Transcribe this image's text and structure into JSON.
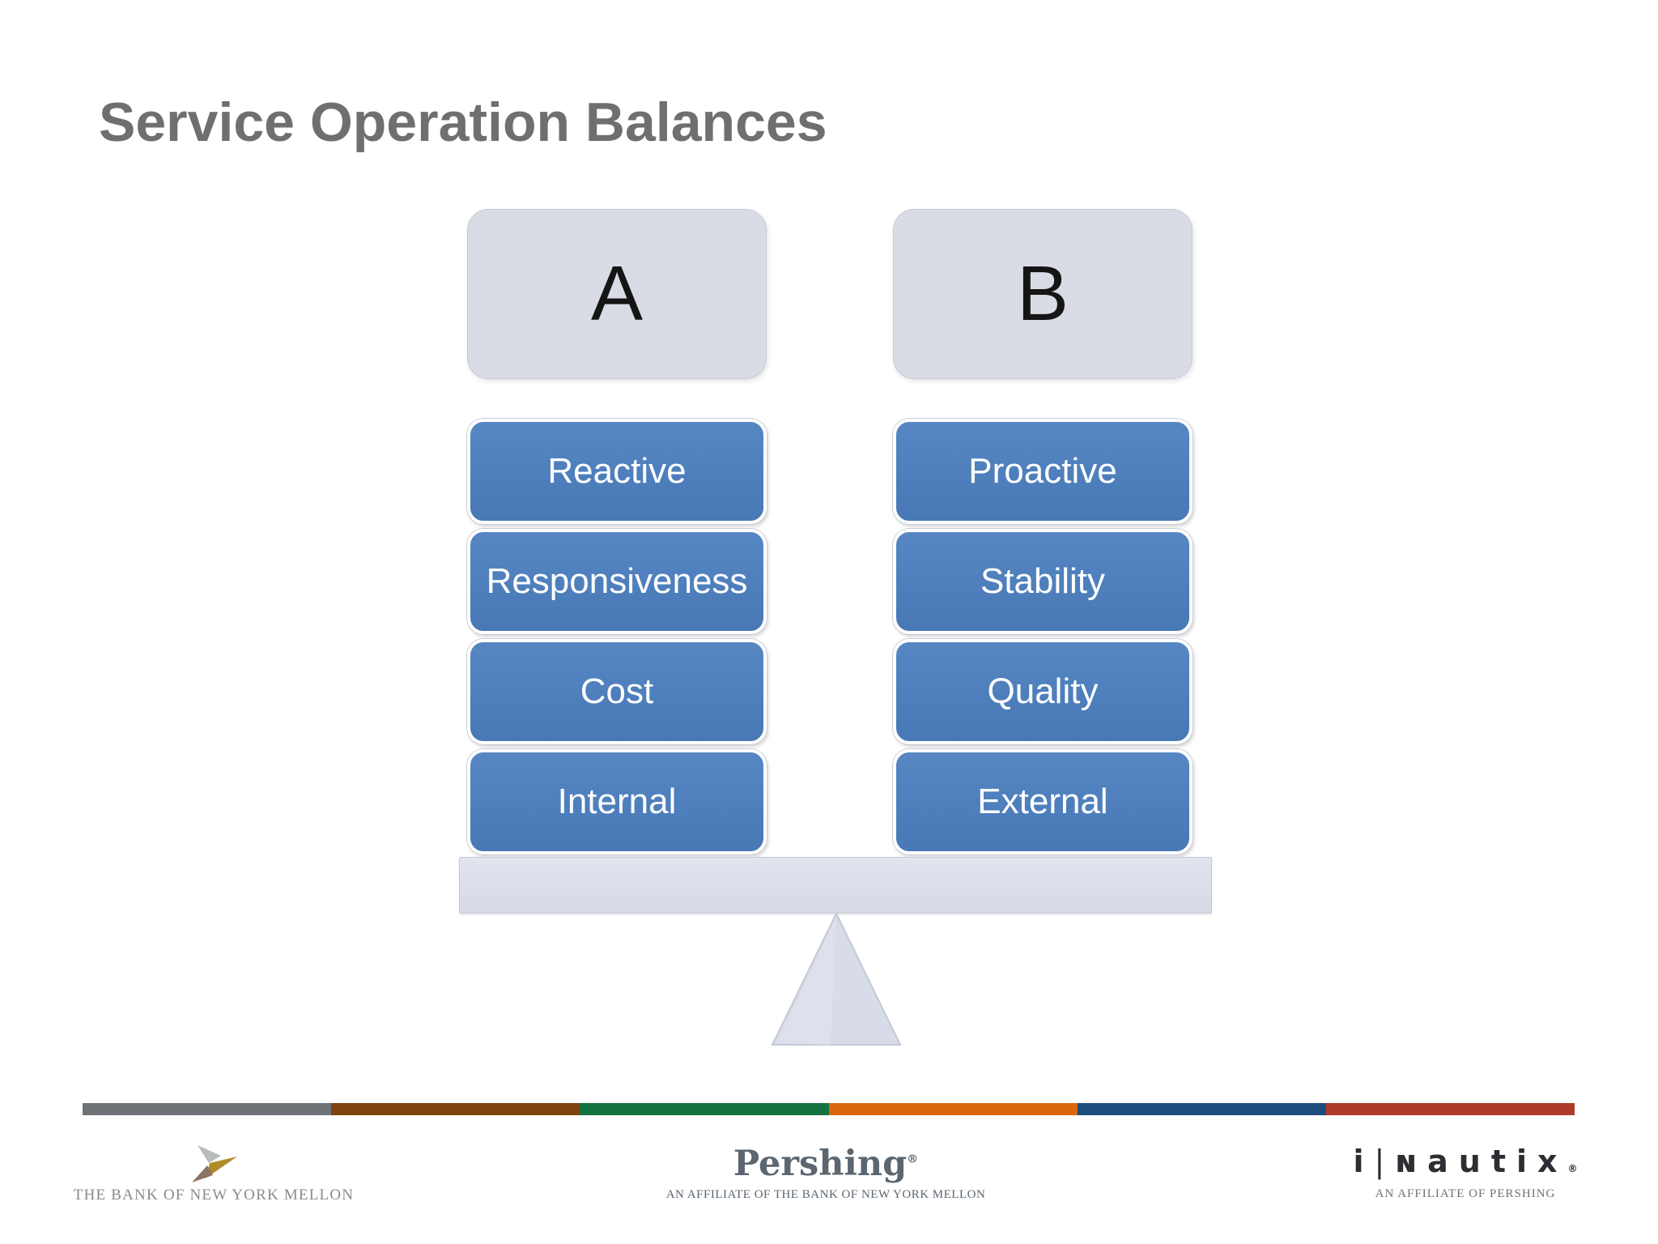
{
  "title": "Service Operation Balances",
  "balance": {
    "side_a": {
      "label": "A",
      "items": [
        "Reactive",
        "Responsiveness",
        "Cost",
        "Internal"
      ]
    },
    "side_b": {
      "label": "B",
      "items": [
        "Proactive",
        "Stability",
        "Quality",
        "External"
      ]
    }
  },
  "colors": {
    "title_gray": "#6F6F6F",
    "item_blue": "#4E7FBC",
    "header_gray": "#D9DCE5",
    "beam_gray": "#D8DCE8",
    "footer_bar": [
      "#6F7377",
      "#7F430F",
      "#147240",
      "#DC660A",
      "#1D4D7C",
      "#AE3A2A"
    ]
  },
  "footer": {
    "bnym": {
      "name": "THE BANK OF NEW YORK MELLON"
    },
    "pershing": {
      "name": "Pershing",
      "registered": "®",
      "tagline": "AN AFFILIATE OF THE BANK OF NEW YORK MELLON"
    },
    "inautix": {
      "prefix": "i",
      "separator": "|",
      "name": "ɴautix",
      "registered": "®",
      "tagline": "AN AFFILIATE OF PERSHING"
    }
  }
}
